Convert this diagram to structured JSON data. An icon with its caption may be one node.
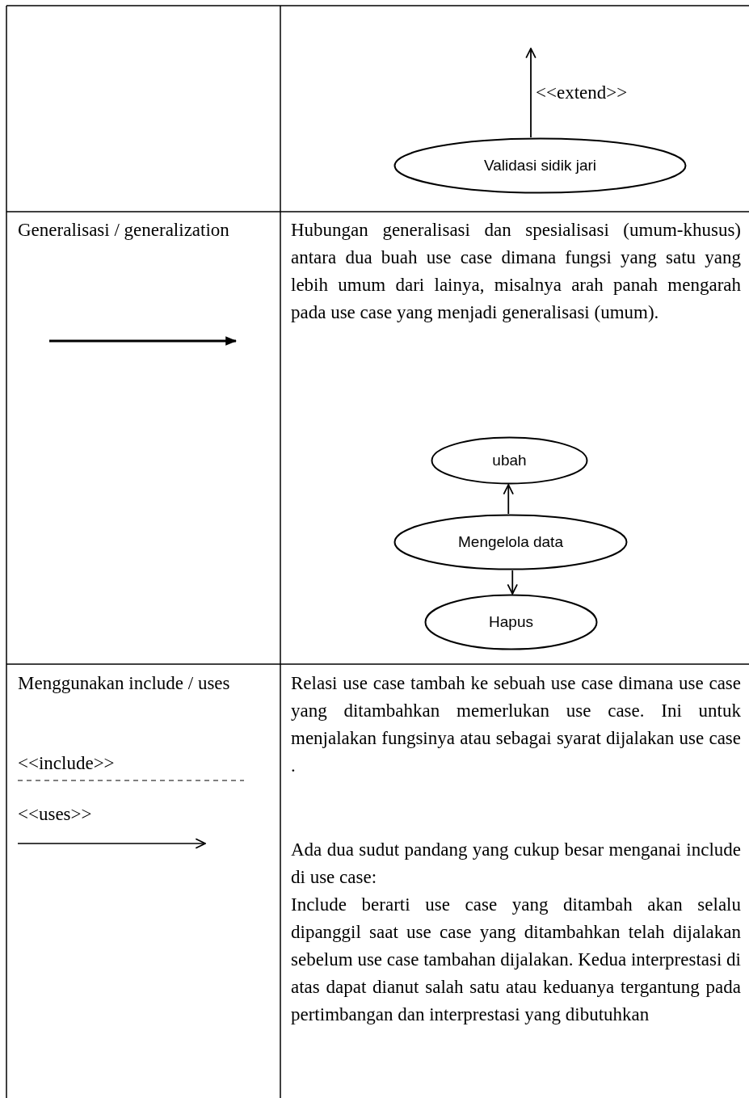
{
  "diagram": {
    "nodes": [
      {
        "text": [
          "Validasi sidik jari"
        ]
      },
      {
        "text": [
          "ubah"
        ]
      },
      {
        "text": [
          "Mengelola data"
        ]
      },
      {
        "text": [
          "Hapus"
        ]
      }
    ],
    "edges": [
      {
        "from": 0,
        "to": null,
        "arrow": "to",
        "label": "<<extend>>"
      },
      {
        "from": 2,
        "to": 1,
        "arrow": "to"
      },
      {
        "from": 2,
        "to": 3,
        "arrow": "to"
      }
    ],
    "labels": [
      "Generalisasi / generalization",
      "Hubungan generalisasi dan spesialisasi (umum-khusus) antara dua buah use case dimana fungsi yang satu yang lebih umum dari lainya, misalnya arah panah  mengarah pada use case yang menjadi generalisasi (umum).",
      "Menggunakan include / uses",
      "<<include>>",
      "<<uses>>",
      "Relasi use case tambah ke sebuah use case dimana use case yang ditambahkan memerlukan use case. Ini untuk menjalakan fungsinya atau sebagai syarat dijalakan use case .",
      "Ada dua sudut pandang yang cukup besar menganai include di use case:",
      "Include berarti use case yang ditambah akan selalu dipanggil saat use case yang ditambahkan telah dijalakan sebelum use case tambahan dijalakan. Kedua interprestasi di atas dapat dianut salah satu atau keduanya tergantung pada pertimbangan dan interprestasi yang dibutuhkan"
    ]
  }
}
